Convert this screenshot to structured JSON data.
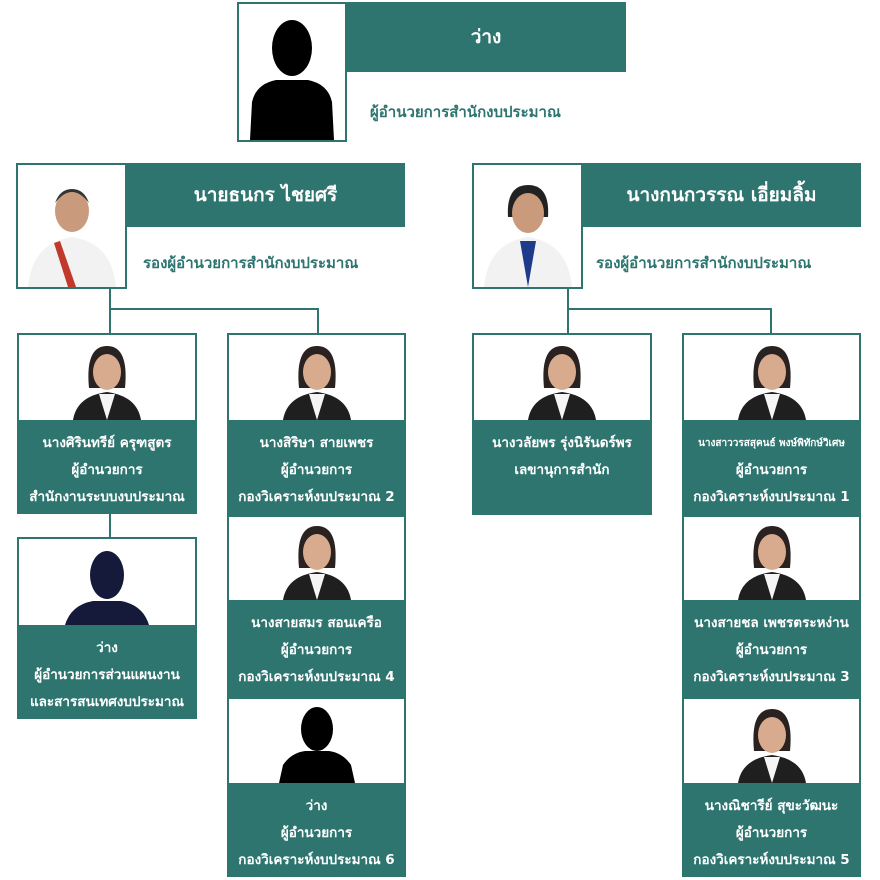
{
  "colors": {
    "primary": "#2e7570",
    "silhouette": "#000000",
    "vacant_navy": "#15193a"
  },
  "director": {
    "name": "ว่าง",
    "title": "ผู้อำนวยการสำนักงบประมาณ"
  },
  "deputies": [
    {
      "name": "นายธนกร ไชยศรี",
      "title": "รองผู้อำนวยการสำนักงบประมาณ"
    },
    {
      "name": "นางกนกวรรณ เอี่ยมลิ้ม",
      "title": "รองผู้อำนวยการสำนักงบประมาณ"
    }
  ],
  "cards": [
    {
      "name": "นางศิรินทรีย์ ครุฑสูตร",
      "lines": [
        "ผู้อำนวยการ",
        "สำนักงานระบบงบประมาณ"
      ]
    },
    {
      "name": "ว่าง",
      "lines": [
        "ผู้อำนวยการส่วนแผนงาน",
        "และสารสนเทศงบประมาณ"
      ]
    },
    {
      "name": "นางสิริษา สายเพชร",
      "lines": [
        "ผู้อำนวยการ",
        "กองวิเคราะห์งบประมาณ 2"
      ]
    },
    {
      "name": "นางสายสมร สอนเครือ",
      "lines": [
        "ผู้อำนวยการ",
        "กองวิเคราะห์งบประมาณ 4"
      ]
    },
    {
      "name": "ว่าง",
      "lines": [
        "ผู้อำนวยการ",
        "กองวิเคราะห์งบประมาณ 6"
      ]
    },
    {
      "name": "นางวลัยพร รุ่งนิรันดร์พร",
      "lines": [
        "เลขานุการสำนัก"
      ]
    },
    {
      "name": "นางสาววรสสุคนธ์ พงษ์พิทักษ์วิเศษ",
      "lines": [
        "ผู้อำนวยการ",
        "กองวิเคราะห์งบประมาณ 1"
      ]
    },
    {
      "name": "นางสายชล เพชรตระหง่าน",
      "lines": [
        "ผู้อำนวยการ",
        "กองวิเคราะห์งบประมาณ 3"
      ]
    },
    {
      "name": "นางณิชารีย์ สุขะวัฒนะ",
      "lines": [
        "ผู้อำนวยการ",
        "กองวิเคราะห์งบประมาณ 5"
      ]
    }
  ]
}
